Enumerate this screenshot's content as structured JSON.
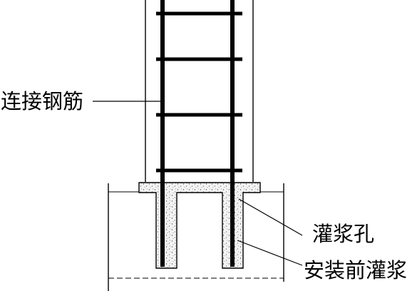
{
  "labels": {
    "connecting_rebar": "连接钢筋",
    "grout_hole": "灌浆孔",
    "pre_grouting": "安装前灌浆"
  },
  "colors": {
    "line": "#000000",
    "grout_fill": "#f2f2f2",
    "background": "#ffffff"
  }
}
